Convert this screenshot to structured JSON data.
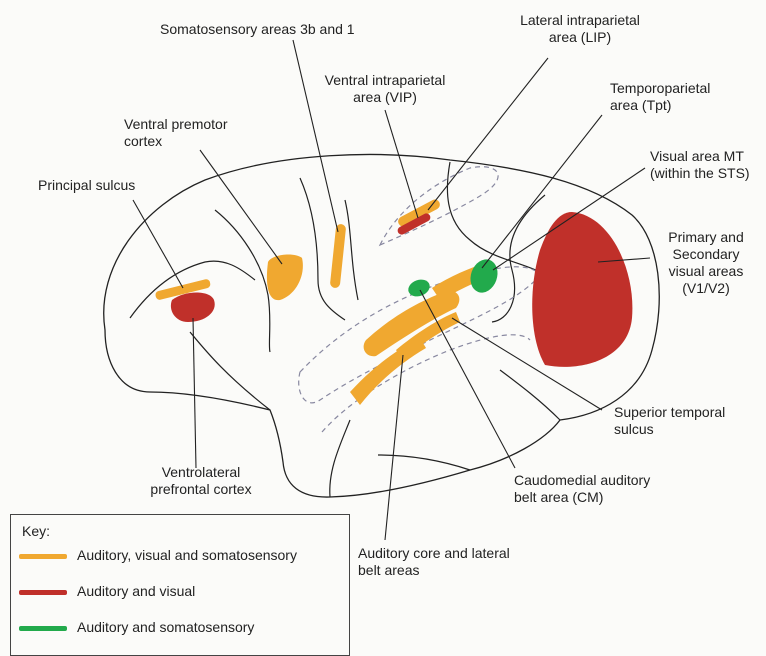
{
  "colors": {
    "orange": "#f0a830",
    "red": "#c0302a",
    "green": "#22aa4c",
    "outline": "#222222",
    "sulcus_dash": "#8888a0"
  },
  "labels": {
    "somatosensory": "Somatosensory areas 3b and 1",
    "lip": [
      "Lateral intraparietal",
      "area (LIP)"
    ],
    "vip": [
      "Ventral intraparietal",
      "area (VIP)"
    ],
    "tpt": [
      "Temporoparietal",
      "area (Tpt)"
    ],
    "premotor": [
      "Ventral premotor",
      "cortex"
    ],
    "mt": [
      "Visual area MT",
      "(within the STS)"
    ],
    "principal": "Principal sulcus",
    "v1v2": [
      "Primary and",
      "Secondary",
      "visual areas",
      "(V1/V2)"
    ],
    "sts": [
      "Superior temporal",
      "sulcus"
    ],
    "vlpfc": [
      "Ventrolateral",
      "prefrontal cortex"
    ],
    "cm": [
      "Caudomedial auditory",
      "belt area (CM)"
    ],
    "core": [
      "Auditory core and lateral",
      "belt areas"
    ]
  },
  "key": {
    "title": "Key:",
    "items": [
      {
        "label": "Auditory, visual and somatosensory",
        "color": "orange"
      },
      {
        "label": "Auditory and visual",
        "color": "red"
      },
      {
        "label": "Auditory and somatosensory",
        "color": "green"
      }
    ]
  }
}
